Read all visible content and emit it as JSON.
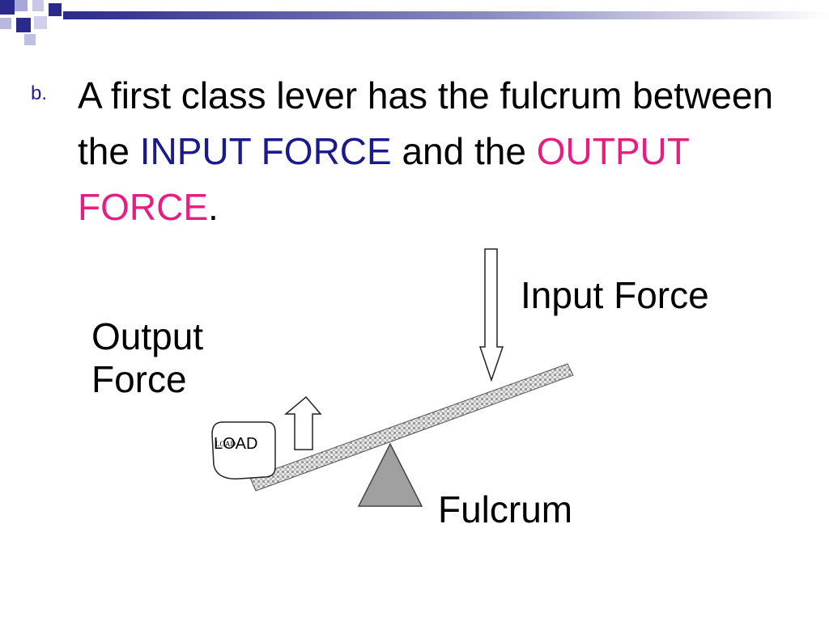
{
  "slide": {
    "bullet": "b.",
    "sentence_part1": "A first class lever has the fulcrum between the ",
    "input_force_term": "INPUT FORCE",
    "sentence_part2": " and the ",
    "output_force_term": "OUTPUT FORCE",
    "sentence_end": "."
  },
  "diagram": {
    "input_force_label": "Input Force",
    "output_force_label": "Output Force",
    "fulcrum_label": "Fulcrum",
    "load_label": "LOAD"
  },
  "colors": {
    "header_blue": "#2a2a8c",
    "input_force_term": "#1a1a8c",
    "output_force_term": "#e61e82",
    "fulcrum_fill": "#a0a0a0"
  }
}
